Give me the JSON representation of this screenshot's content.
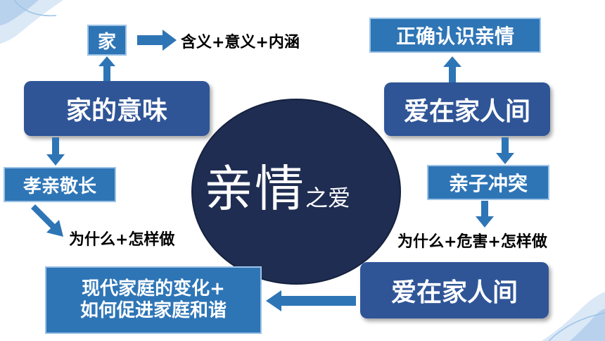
{
  "center": {
    "main": "亲情",
    "sub": "之爱"
  },
  "left": {
    "jia": "家",
    "jia_meaning": "含义+意义+内涵",
    "title": "家的意味",
    "filial": "孝亲敬长",
    "filial_question": "为什么+怎样做"
  },
  "right": {
    "correct": "正确认识亲情",
    "love_family_1": "爱在家人间",
    "conflict": "亲子冲突",
    "conflict_question": "为什么+危害+怎样做",
    "love_family_2": "爱在家人间"
  },
  "bottom": {
    "modern_line1": "现代家庭的变化+",
    "modern_line2": "如何促进家庭和谐"
  },
  "colors": {
    "box_dark": "#2f5597",
    "box_light": "#2e75b6",
    "circle": "#1f2d52",
    "arrow": "#2e75b6"
  }
}
